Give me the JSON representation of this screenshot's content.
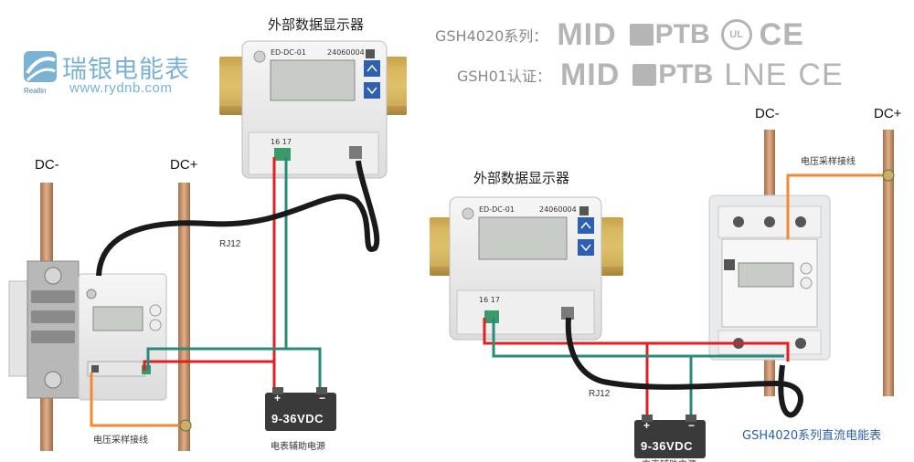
{
  "logo": {
    "name_cn": "瑞银电能表",
    "url": "www.rydnb.com",
    "brand": "Reallin"
  },
  "certifications": [
    {
      "label": "GSH4020系列：",
      "marks": [
        "MID",
        "PTB",
        "UL",
        "CE"
      ]
    },
    {
      "label": "GSH01认证：",
      "marks": [
        "MID",
        "PTB",
        "LNE",
        "CE"
      ]
    }
  ],
  "left_setup": {
    "display_title": "外部数据显示器",
    "dc_minus": "DC-",
    "dc_plus": "DC+",
    "rj12": "RJ12",
    "voltage_wire_label": "电压采样接线",
    "power_label": "电表辅助电源",
    "battery_label": "9-36VDC",
    "display_model": "ED-DC-01",
    "display_code": "24060004",
    "terminals": "16  17"
  },
  "right_setup": {
    "display_title": "外部数据显示器",
    "dc_minus": "DC-",
    "dc_plus": "DC+",
    "rj12": "RJ12",
    "voltage_wire_label": "电压采样接线",
    "power_label": "电表辅助电源",
    "battery_label": "9-36VDC",
    "meter_caption": "GSH4020系列直流电能表",
    "display_model": "ED-DC-01",
    "display_code": "24060004",
    "terminals": "16  17"
  },
  "colors": {
    "wire_red": "#e02020",
    "wire_teal": "#2a8a7a",
    "wire_orange": "#f08a30",
    "copper": "#c8906a",
    "logo_blue": "#7ab2d6",
    "caption_blue": "#2b5fa6"
  }
}
